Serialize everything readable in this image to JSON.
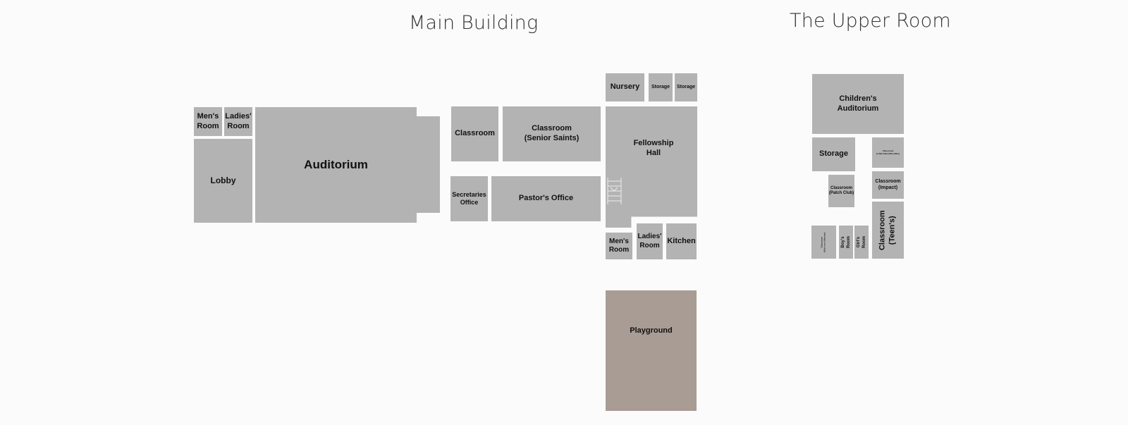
{
  "titles": {
    "main_building": "Main Building",
    "upper_room": "The Upper Room"
  },
  "colors": {
    "background": "#fbfbfb",
    "room_fill": "#b3b3b3",
    "playground_fill": "#a89c94",
    "label": "#111111",
    "title": "#333333"
  },
  "rooms": {
    "mens_room_a": "Men's\nRoom",
    "ladies_room_a": "Ladies'\nRoom",
    "lobby": "Lobby",
    "auditorium": "Auditorium",
    "classroom": "Classroom",
    "classroom_senior_saints": "Classroom\n(Senior Saints)",
    "secretaries_office": "Secretaries\nOffice",
    "pastors_office": "Pastor's Office",
    "nursery": "Nursery",
    "storage_a": "Storage",
    "storage_b": "Storage",
    "fellowship_hall": "Fellowship\nHall",
    "mens_room_b": "Men's\nRoom",
    "ladies_room_b": "Ladies'\nRoom",
    "kitchen": "Kitchen",
    "playground": "Playground",
    "childrens_auditorium": "Children's\nAuditorium",
    "storage_upper": "Storage",
    "classroom_little_fishes": "Classroom\n(Little Fishes/Pee-Wee)",
    "classroom_patch_club": "Classroom\n(Patch Club)",
    "classroom_impact": "Classroom\n(Impact)",
    "classroom_kids": "Classroom\n(Kid's on a Mission)",
    "boys_room": "Boy's\nRoom",
    "girls_room": "Girl's\nRoom",
    "classroom_teens": "Classroom\n(Teen's)"
  }
}
